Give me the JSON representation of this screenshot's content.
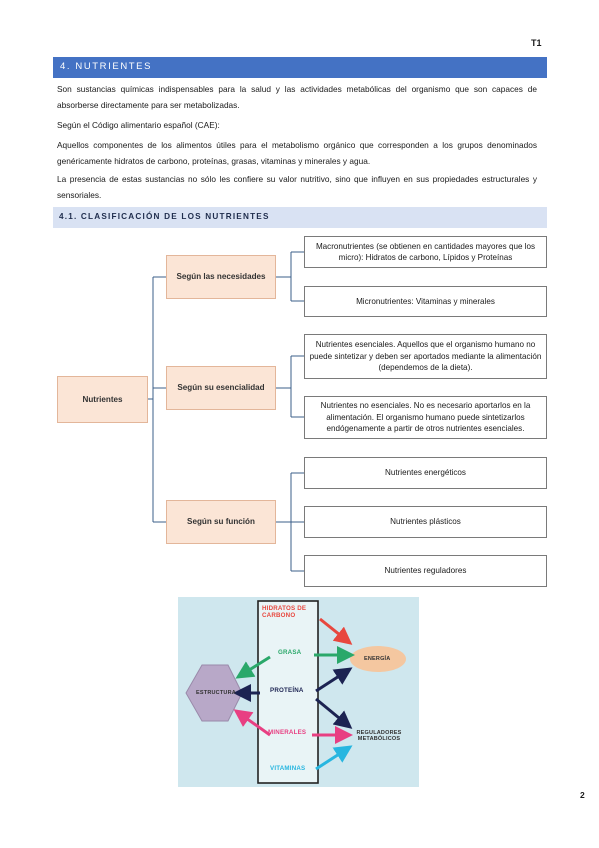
{
  "header": {
    "tag": "T1"
  },
  "section": {
    "title": "4. NUTRIENTES"
  },
  "paragraphs": {
    "p1": "Son sustancias químicas indispensables para la salud y las actividades metabólicas del organismo que son capaces de absorberse directamente para ser metabolizadas.",
    "p2": "Según el Código alimentario español (CAE):",
    "p3": "Aquellos componentes de los alimentos útiles para el metabolismo orgánico que corresponden a los grupos denominados genéricamente hidratos de carbono, proteínas, grasas, vitaminas y minerales y agua.",
    "p4": "La presencia de estas sustancias no sólo les confiere su valor nutritivo, sino que influyen en sus propiedades estructurales y sensoriales."
  },
  "subsection": {
    "title": "4.1. CLASIFICACIÓN DE LOS NUTRIENTES"
  },
  "diagram": {
    "root": "Nutrientes",
    "branches": [
      {
        "label": "Según las necesidades",
        "leaves": [
          "Macronutrientes (se obtienen en cantidades mayores que los micro): Hidratos de carbono, Lípidos y Proteínas",
          "Micronutrientes: Vitaminas y minerales"
        ]
      },
      {
        "label": "Según su esencialidad",
        "leaves": [
          "Nutrientes esenciales. Aquellos que el organismo humano no puede sintetizar y deben ser aportados mediante la alimentación (dependemos de la dieta).",
          "Nutrientes no esenciales. No es necesario aportarlos en la alimentación. El organismo humano puede sintetizarlos endógenamente a partir de otros nutrientes esenciales."
        ]
      },
      {
        "label": "Según su función",
        "leaves": [
          "Nutrientes energéticos",
          "Nutrientes plásticos",
          "Nutrientes reguladores"
        ]
      }
    ]
  },
  "figure": {
    "nutrients": [
      "HIDRATOS DE CARBONO",
      "GRASA",
      "PROTEÍNA",
      "MINERALES",
      "VITAMINAS"
    ],
    "targets": {
      "structure": "ESTRUCTURA",
      "energy": "ENERGÍA",
      "regulators": "REGULADORES METABÓLICOS"
    },
    "colors": {
      "carbs": "#e8473e",
      "fat": "#2aa86a",
      "protein": "#1c2352",
      "minerals": "#e83f82",
      "vitamins": "#27b6e0",
      "structure": "#b8a8c8",
      "energy": "#f4c7a0"
    }
  },
  "footer": {
    "page_number": "2"
  }
}
